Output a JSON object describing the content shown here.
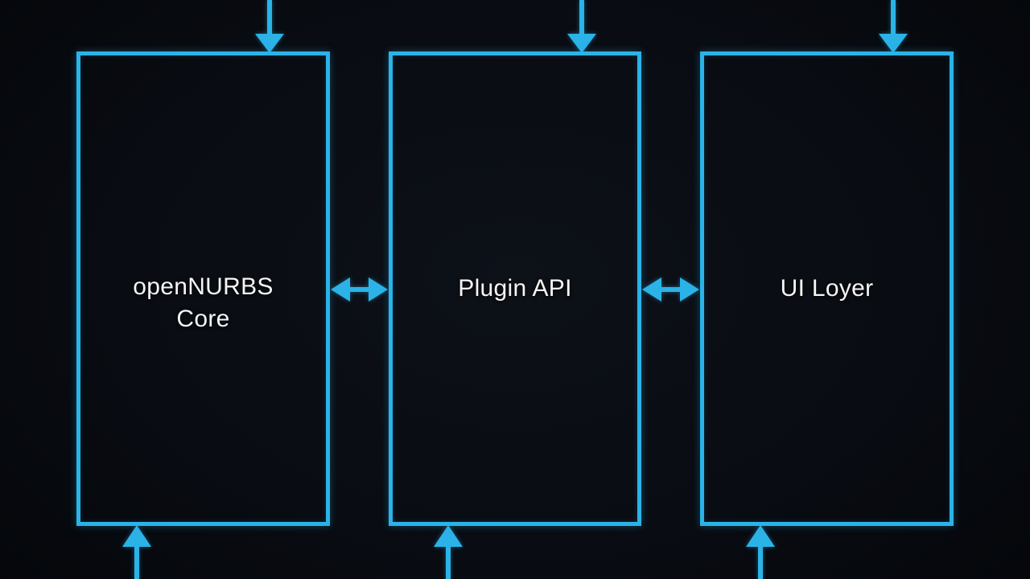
{
  "colors": {
    "accent": "#2bb3e8",
    "background": "#0a0d13",
    "text": "#f5f5f5"
  },
  "nodes": [
    {
      "id": "opennurbs-core",
      "lines": [
        "openNURBS",
        "Core"
      ]
    },
    {
      "id": "plugin-api",
      "lines": [
        "Plugin API"
      ]
    },
    {
      "id": "ui-layer",
      "lines": [
        "UI Loyer"
      ]
    }
  ],
  "connectors": {
    "top_inflows": [
      {
        "node": "opennurbs-core",
        "direction": "down",
        "icon": "arrow-down-icon"
      },
      {
        "node": "plugin-api",
        "direction": "down",
        "icon": "arrow-down-icon"
      },
      {
        "node": "ui-layer",
        "direction": "down",
        "icon": "arrow-down-icon"
      }
    ],
    "bottom_inflows": [
      {
        "node": "opennurbs-core",
        "direction": "up",
        "icon": "arrow-up-icon"
      },
      {
        "node": "plugin-api",
        "direction": "up",
        "icon": "arrow-up-icon"
      },
      {
        "node": "ui-layer",
        "direction": "up",
        "icon": "arrow-up-icon"
      }
    ],
    "bidirectional_links": [
      {
        "between": [
          "opennurbs-core",
          "plugin-api"
        ],
        "icon": "arrow-left-right-icon"
      },
      {
        "between": [
          "plugin-api",
          "ui-layer"
        ],
        "icon": "arrow-left-right-icon"
      }
    ]
  }
}
